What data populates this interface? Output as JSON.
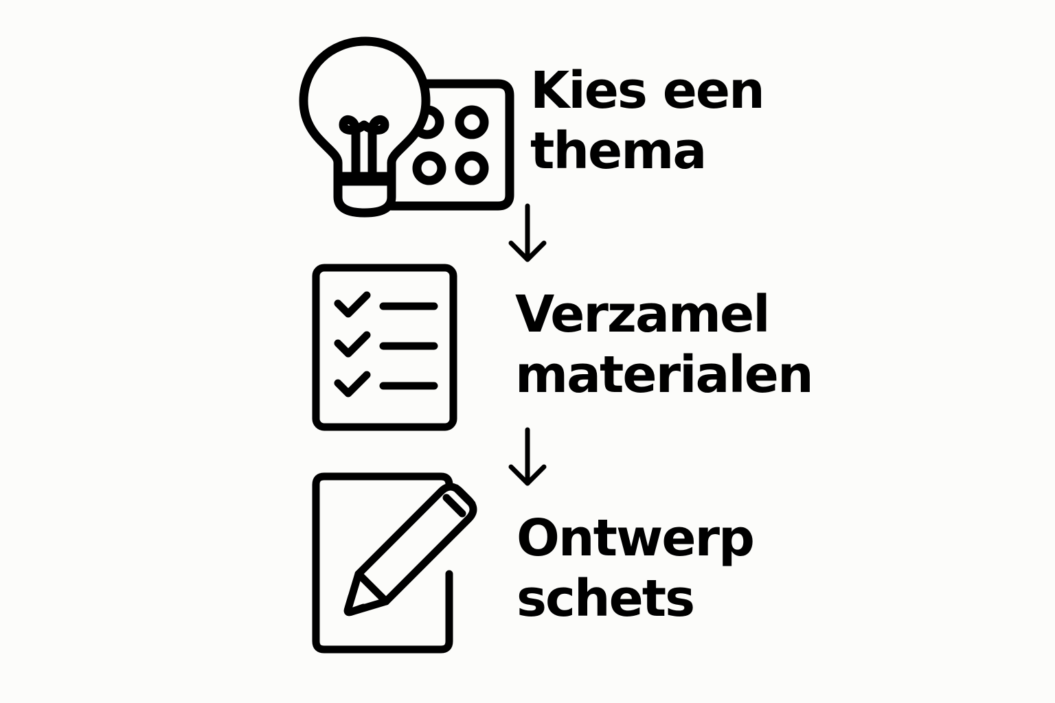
{
  "steps": [
    {
      "line1": "Kies een",
      "line2": "thema",
      "icon": "lightbulb-palette-icon"
    },
    {
      "line1": "Verzamel",
      "line2": "materialen",
      "icon": "checklist-icon"
    },
    {
      "line1": "Ontwerp",
      "line2": "schets",
      "icon": "pencil-paper-icon"
    }
  ],
  "colors": {
    "stroke": "#000000",
    "background": "#fcfcfa"
  }
}
